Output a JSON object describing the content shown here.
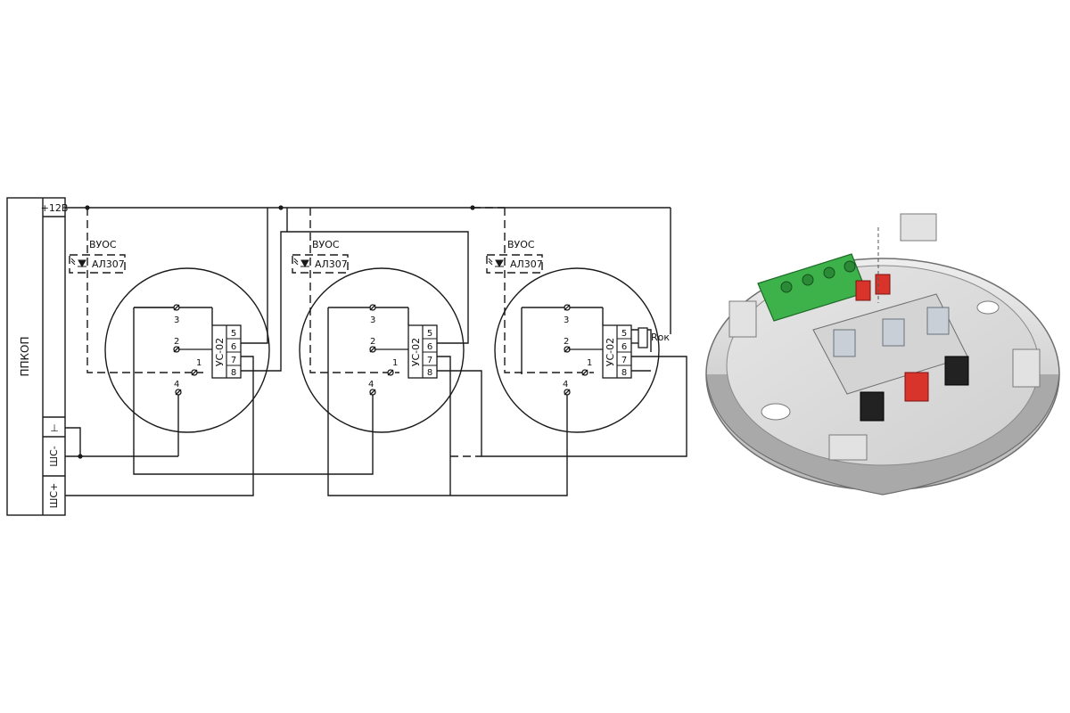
{
  "panel": {
    "name": "ППКОП",
    "terminals": [
      "+12В",
      "⊥",
      "ШС-",
      "ШС+"
    ]
  },
  "detectors": [
    {
      "vuos_label": "ВУОС",
      "led_label": "АЛ307",
      "base_label": "УС-02",
      "base_pins": [
        "5",
        "6",
        "7",
        "8"
      ],
      "socket_contacts": [
        "3",
        "2",
        "1",
        "4"
      ]
    },
    {
      "vuos_label": "ВУОС",
      "led_label": "АЛ307",
      "base_label": "УС-02",
      "base_pins": [
        "5",
        "6",
        "7",
        "8"
      ],
      "socket_contacts": [
        "3",
        "2",
        "1",
        "4"
      ]
    },
    {
      "vuos_label": "ВУОС",
      "led_label": "АЛ307",
      "base_label": "УС-02",
      "base_pins": [
        "5",
        "6",
        "7",
        "8"
      ],
      "socket_contacts": [
        "3",
        "2",
        "1",
        "4"
      ],
      "resistor_label": "Rок"
    }
  ],
  "colors": {
    "line": "#1a1a1a",
    "base_body": "#dedede",
    "base_shadow": "#9a9a9a",
    "terminal_green": "#3db24a",
    "clip_red": "#d8342c",
    "clip_black": "#222222",
    "clip_white": "#c9cfd6"
  }
}
